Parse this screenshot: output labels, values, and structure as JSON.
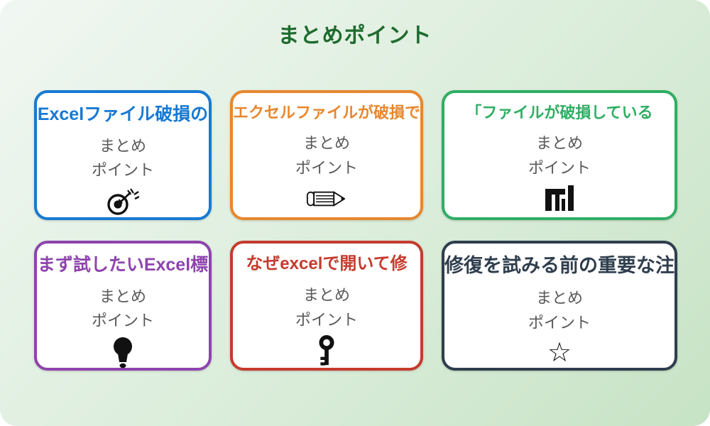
{
  "page": {
    "title": "まとめポイント",
    "title_color": "#1e6b2e",
    "bg_start": "#f1f7f2",
    "bg_mid": "#ddeedd",
    "bg_end": "#c7e3c5",
    "card_bg": "#ffffff",
    "subtext_color": "#595959",
    "icon_color": "#111111"
  },
  "cards": [
    {
      "title": "Excelファイル破損の",
      "color": "#1879d2",
      "line1": "まとめ",
      "line2": "ポイント",
      "icon": "dart-target-icon"
    },
    {
      "title": "エクセルファイルが破損で",
      "color": "#e8872e",
      "line1": "まとめ",
      "line2": "ポイント",
      "icon": "pencil-icon"
    },
    {
      "title": "「ファイルが破損している",
      "color": "#2fae63",
      "line1": "まとめ",
      "line2": "ポイント",
      "icon": "bar-chart-icon"
    },
    {
      "title": "まず試したいExcel標",
      "color": "#8e44ad",
      "line1": "まとめ",
      "line2": "ポイント",
      "icon": "lightbulb-icon"
    },
    {
      "title": "なぜexcelで開いて修",
      "color": "#c53b2e",
      "line1": "まとめ",
      "line2": "ポイント",
      "icon": "key-icon"
    },
    {
      "title": "修復を試みる前の重要な注",
      "color": "#2f3e4e",
      "line1": "まとめ",
      "line2": "ポイント",
      "icon": "star-icon"
    }
  ],
  "icons": {
    "star_glyph": "☆"
  }
}
